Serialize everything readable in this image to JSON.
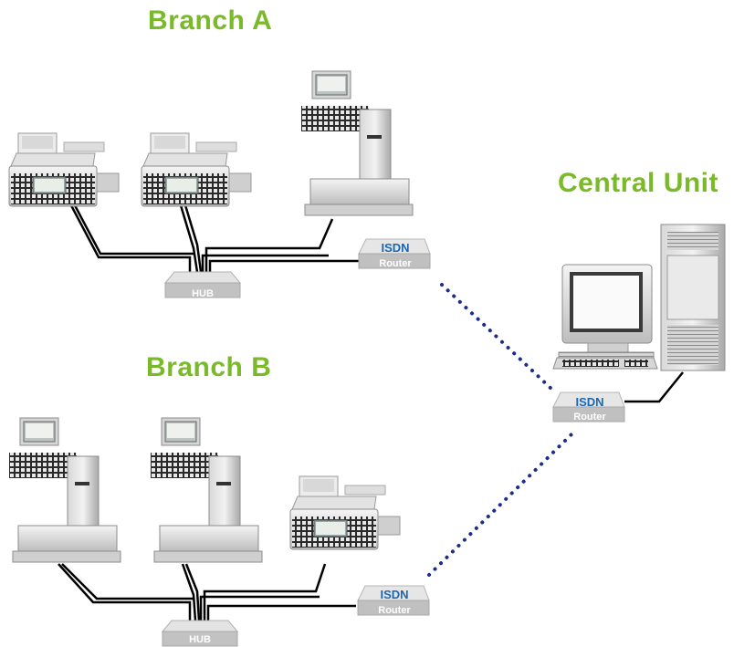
{
  "headings": {
    "branch_a": "Branch A",
    "branch_b": "Branch B",
    "central": "Central Unit"
  },
  "hub_label": "HUB",
  "router": {
    "line1": "ISDN",
    "line2": "Router"
  },
  "colors": {
    "heading": "#7ab929",
    "isdn_text": "#1b66b3",
    "dotted_link": "#1a2d8a",
    "cable": "#000000",
    "device_gray": "#c9c9c9"
  }
}
